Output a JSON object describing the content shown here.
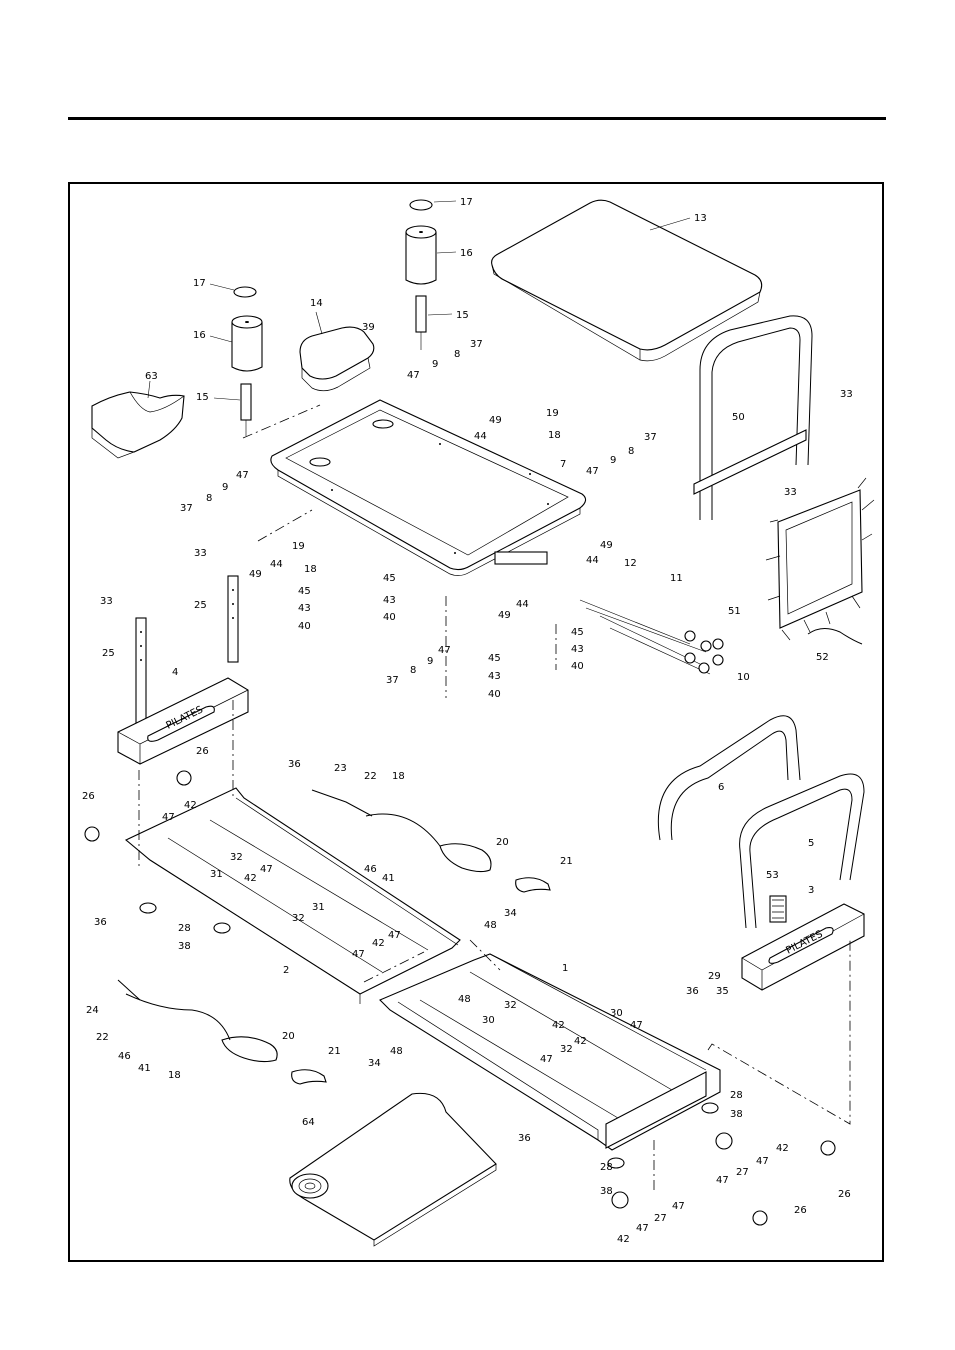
{
  "labels": [
    {
      "id": "p17a",
      "text": "17"
    },
    {
      "id": "p16a",
      "text": "16"
    },
    {
      "id": "p15a",
      "text": "15"
    },
    {
      "id": "p13",
      "text": "13"
    },
    {
      "id": "p17b",
      "text": "17"
    },
    {
      "id": "p14",
      "text": "14"
    },
    {
      "id": "p39",
      "text": "39"
    },
    {
      "id": "p16b",
      "text": "16"
    },
    {
      "id": "p15b",
      "text": "15"
    },
    {
      "id": "p63",
      "text": "63"
    },
    {
      "id": "p37a",
      "text": "37"
    },
    {
      "id": "p8a",
      "text": "8"
    },
    {
      "id": "p9a",
      "text": "9"
    },
    {
      "id": "p47a",
      "text": "47"
    },
    {
      "id": "p49a",
      "text": "49"
    },
    {
      "id": "p44a",
      "text": "44"
    },
    {
      "id": "p19a",
      "text": "19"
    },
    {
      "id": "p18a",
      "text": "18"
    },
    {
      "id": "p33a",
      "text": "33"
    },
    {
      "id": "p50",
      "text": "50"
    },
    {
      "id": "p7",
      "text": "7"
    },
    {
      "id": "p47b",
      "text": "47"
    },
    {
      "id": "p9b",
      "text": "9"
    },
    {
      "id": "p8b",
      "text": "8"
    },
    {
      "id": "p37b",
      "text": "37"
    },
    {
      "id": "p33b",
      "text": "33"
    },
    {
      "id": "p47c",
      "text": "47"
    },
    {
      "id": "p9c",
      "text": "9"
    },
    {
      "id": "p8c",
      "text": "8"
    },
    {
      "id": "p37c",
      "text": "37"
    },
    {
      "id": "p49b",
      "text": "49"
    },
    {
      "id": "p44b",
      "text": "44"
    },
    {
      "id": "p19b",
      "text": "19"
    },
    {
      "id": "p18b",
      "text": "18"
    },
    {
      "id": "p49c",
      "text": "49"
    },
    {
      "id": "p44c",
      "text": "44"
    },
    {
      "id": "p12",
      "text": "12"
    },
    {
      "id": "p11",
      "text": "11"
    },
    {
      "id": "p51",
      "text": "51"
    },
    {
      "id": "p52",
      "text": "52"
    },
    {
      "id": "p10",
      "text": "10"
    },
    {
      "id": "p33c",
      "text": "33"
    },
    {
      "id": "p33d",
      "text": "33"
    },
    {
      "id": "p25a",
      "text": "25"
    },
    {
      "id": "p25b",
      "text": "25"
    },
    {
      "id": "p45a",
      "text": "45"
    },
    {
      "id": "p43a",
      "text": "43"
    },
    {
      "id": "p40a",
      "text": "40"
    },
    {
      "id": "p45b",
      "text": "45"
    },
    {
      "id": "p43b",
      "text": "43"
    },
    {
      "id": "p40b",
      "text": "40"
    },
    {
      "id": "p44d",
      "text": "44"
    },
    {
      "id": "p49d",
      "text": "49"
    },
    {
      "id": "p45c",
      "text": "45"
    },
    {
      "id": "p43c",
      "text": "43"
    },
    {
      "id": "p40c",
      "text": "40"
    },
    {
      "id": "p37d",
      "text": "37"
    },
    {
      "id": "p8d",
      "text": "8"
    },
    {
      "id": "p9d",
      "text": "9"
    },
    {
      "id": "p47d",
      "text": "47"
    },
    {
      "id": "p45d",
      "text": "45"
    },
    {
      "id": "p43d",
      "text": "43"
    },
    {
      "id": "p40d",
      "text": "40"
    },
    {
      "id": "p4",
      "text": "4"
    },
    {
      "id": "p26a",
      "text": "26"
    },
    {
      "id": "p36a",
      "text": "36"
    },
    {
      "id": "p23",
      "text": "23"
    },
    {
      "id": "p22a",
      "text": "22"
    },
    {
      "id": "p18c",
      "text": "18"
    },
    {
      "id": "p6",
      "text": "6"
    },
    {
      "id": "p26b",
      "text": "26"
    },
    {
      "id": "p47e",
      "text": "47"
    },
    {
      "id": "p42a",
      "text": "42"
    },
    {
      "id": "p32a",
      "text": "32"
    },
    {
      "id": "p31a",
      "text": "31"
    },
    {
      "id": "p46a",
      "text": "46"
    },
    {
      "id": "p41a",
      "text": "41"
    },
    {
      "id": "p20a",
      "text": "20"
    },
    {
      "id": "p5",
      "text": "5"
    },
    {
      "id": "p47f",
      "text": "47"
    },
    {
      "id": "p42b",
      "text": "42"
    },
    {
      "id": "p31b",
      "text": "31"
    },
    {
      "id": "p21a",
      "text": "21"
    },
    {
      "id": "p53",
      "text": "53"
    },
    {
      "id": "p3",
      "text": "3"
    },
    {
      "id": "p36b",
      "text": "36"
    },
    {
      "id": "p32b",
      "text": "32"
    },
    {
      "id": "p28a",
      "text": "28"
    },
    {
      "id": "p38a",
      "text": "38"
    },
    {
      "id": "p48a",
      "text": "48"
    },
    {
      "id": "p34a",
      "text": "34"
    },
    {
      "id": "p47g",
      "text": "47"
    },
    {
      "id": "p42c",
      "text": "42"
    },
    {
      "id": "p47h",
      "text": "47"
    },
    {
      "id": "p2",
      "text": "2"
    },
    {
      "id": "p1",
      "text": "1"
    },
    {
      "id": "p29",
      "text": "29"
    },
    {
      "id": "p48b",
      "text": "48"
    },
    {
      "id": "p24",
      "text": "24"
    },
    {
      "id": "p22b",
      "text": "22"
    },
    {
      "id": "p32c",
      "text": "32"
    },
    {
      "id": "p36c",
      "text": "36"
    },
    {
      "id": "p35",
      "text": "35"
    },
    {
      "id": "p20b",
      "text": "20"
    },
    {
      "id": "p30a",
      "text": "30"
    },
    {
      "id": "p42d",
      "text": "42"
    },
    {
      "id": "p30b",
      "text": "30"
    },
    {
      "id": "p46b",
      "text": "46"
    },
    {
      "id": "p41b",
      "text": "41"
    },
    {
      "id": "p34b",
      "text": "34"
    },
    {
      "id": "p48c",
      "text": "48"
    },
    {
      "id": "p47i",
      "text": "47"
    },
    {
      "id": "p42e",
      "text": "42"
    },
    {
      "id": "p32d",
      "text": "32"
    },
    {
      "id": "p18d",
      "text": "18"
    },
    {
      "id": "p21b",
      "text": "21"
    },
    {
      "id": "p47j",
      "text": "47"
    },
    {
      "id": "p64",
      "text": "64"
    },
    {
      "id": "p28b",
      "text": "28"
    },
    {
      "id": "p38b",
      "text": "38"
    },
    {
      "id": "p36d",
      "text": "36"
    },
    {
      "id": "p42f",
      "text": "42"
    },
    {
      "id": "p47k",
      "text": "47"
    },
    {
      "id": "p27a",
      "text": "27"
    },
    {
      "id": "p47l",
      "text": "47"
    },
    {
      "id": "p26c",
      "text": "26"
    },
    {
      "id": "p28c",
      "text": "28"
    },
    {
      "id": "p38c",
      "text": "38"
    },
    {
      "id": "p47m",
      "text": "47"
    },
    {
      "id": "p27b",
      "text": "27"
    },
    {
      "id": "p26d",
      "text": "26"
    },
    {
      "id": "p47n",
      "text": "47"
    },
    {
      "id": "p42g",
      "text": "42"
    }
  ],
  "brand": {
    "end_plate_text": "PILATES"
  }
}
